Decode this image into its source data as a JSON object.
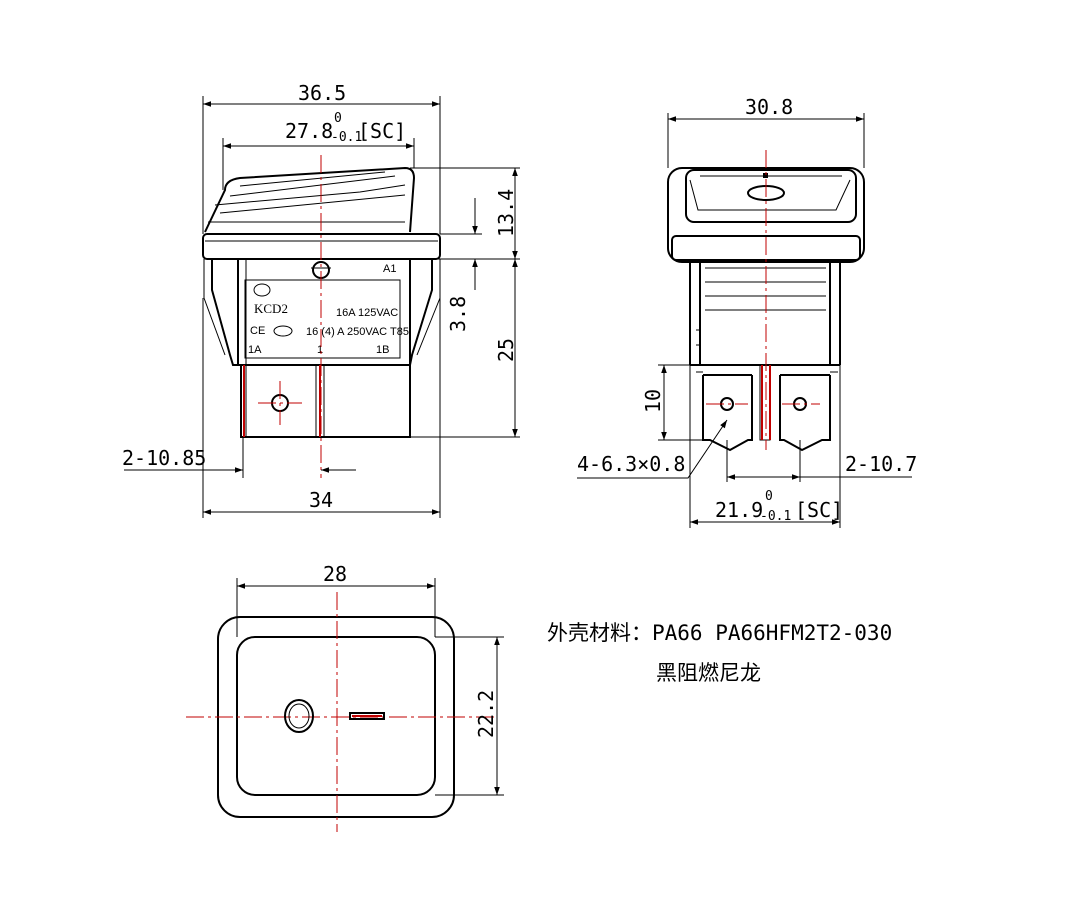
{
  "front_view": {
    "dim_width_top": "36.5",
    "dim_rocker_width": "27.8",
    "dim_rocker_tol_upper": "0",
    "dim_rocker_tol_lower": "-0.1",
    "dim_rocker_note": "[SC]",
    "dim_rocker_height": "13.4",
    "dim_flange_gap": "3.8",
    "dim_total_height": "25",
    "dim_pitch": "2-10.85",
    "dim_width_bottom": "34",
    "label": {
      "model": "KCD2",
      "rating1": "16A  125VAC",
      "rating2": "16 (4) A  250VAC  T85",
      "cert": "CE",
      "terminal_a1": "A1",
      "terminal_1a": "1A",
      "terminal_1": "1",
      "terminal_1b": "1B"
    }
  },
  "side_view": {
    "dim_width": "30.8",
    "dim_terminal_height": "10",
    "dim_terminal_size": "4-6.3×0.8",
    "dim_pitch": "2-10.7",
    "dim_base_width": "21.9",
    "dim_base_tol_upper": "0",
    "dim_base_tol_lower": "-0.1",
    "dim_base_note": "[SC]"
  },
  "top_view": {
    "dim_width": "28",
    "dim_height": "22.2"
  },
  "material_note": {
    "line1": "外壳材料：PA66  PA66HFM2T2-030",
    "line2": "黑阻燃尼龙"
  }
}
